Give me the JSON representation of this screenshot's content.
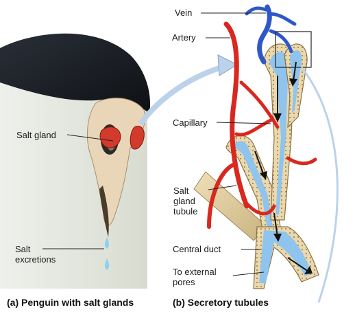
{
  "panel_a": {
    "caption": "(a) Penguin with salt glands",
    "labels": {
      "salt_gland": "Salt gland",
      "salt_excretions": [
        "Salt",
        "excretions"
      ]
    }
  },
  "panel_b": {
    "caption": "(b) Secretory tubules",
    "labels": {
      "vein": "Vein",
      "artery": "Artery",
      "capillary": "Capillary",
      "salt_gland_tubule": [
        "Salt",
        "gland",
        "tubule"
      ],
      "central_duct": "Central duct",
      "to_external_pores": [
        "To external",
        "pores"
      ]
    }
  },
  "colors": {
    "artery": "#d9281f",
    "vein": "#2f57c9",
    "tubule_lumen": "#8ec4ee",
    "tubule_wall": "#e8d7b0",
    "bone": "#e9d6b8"
  }
}
